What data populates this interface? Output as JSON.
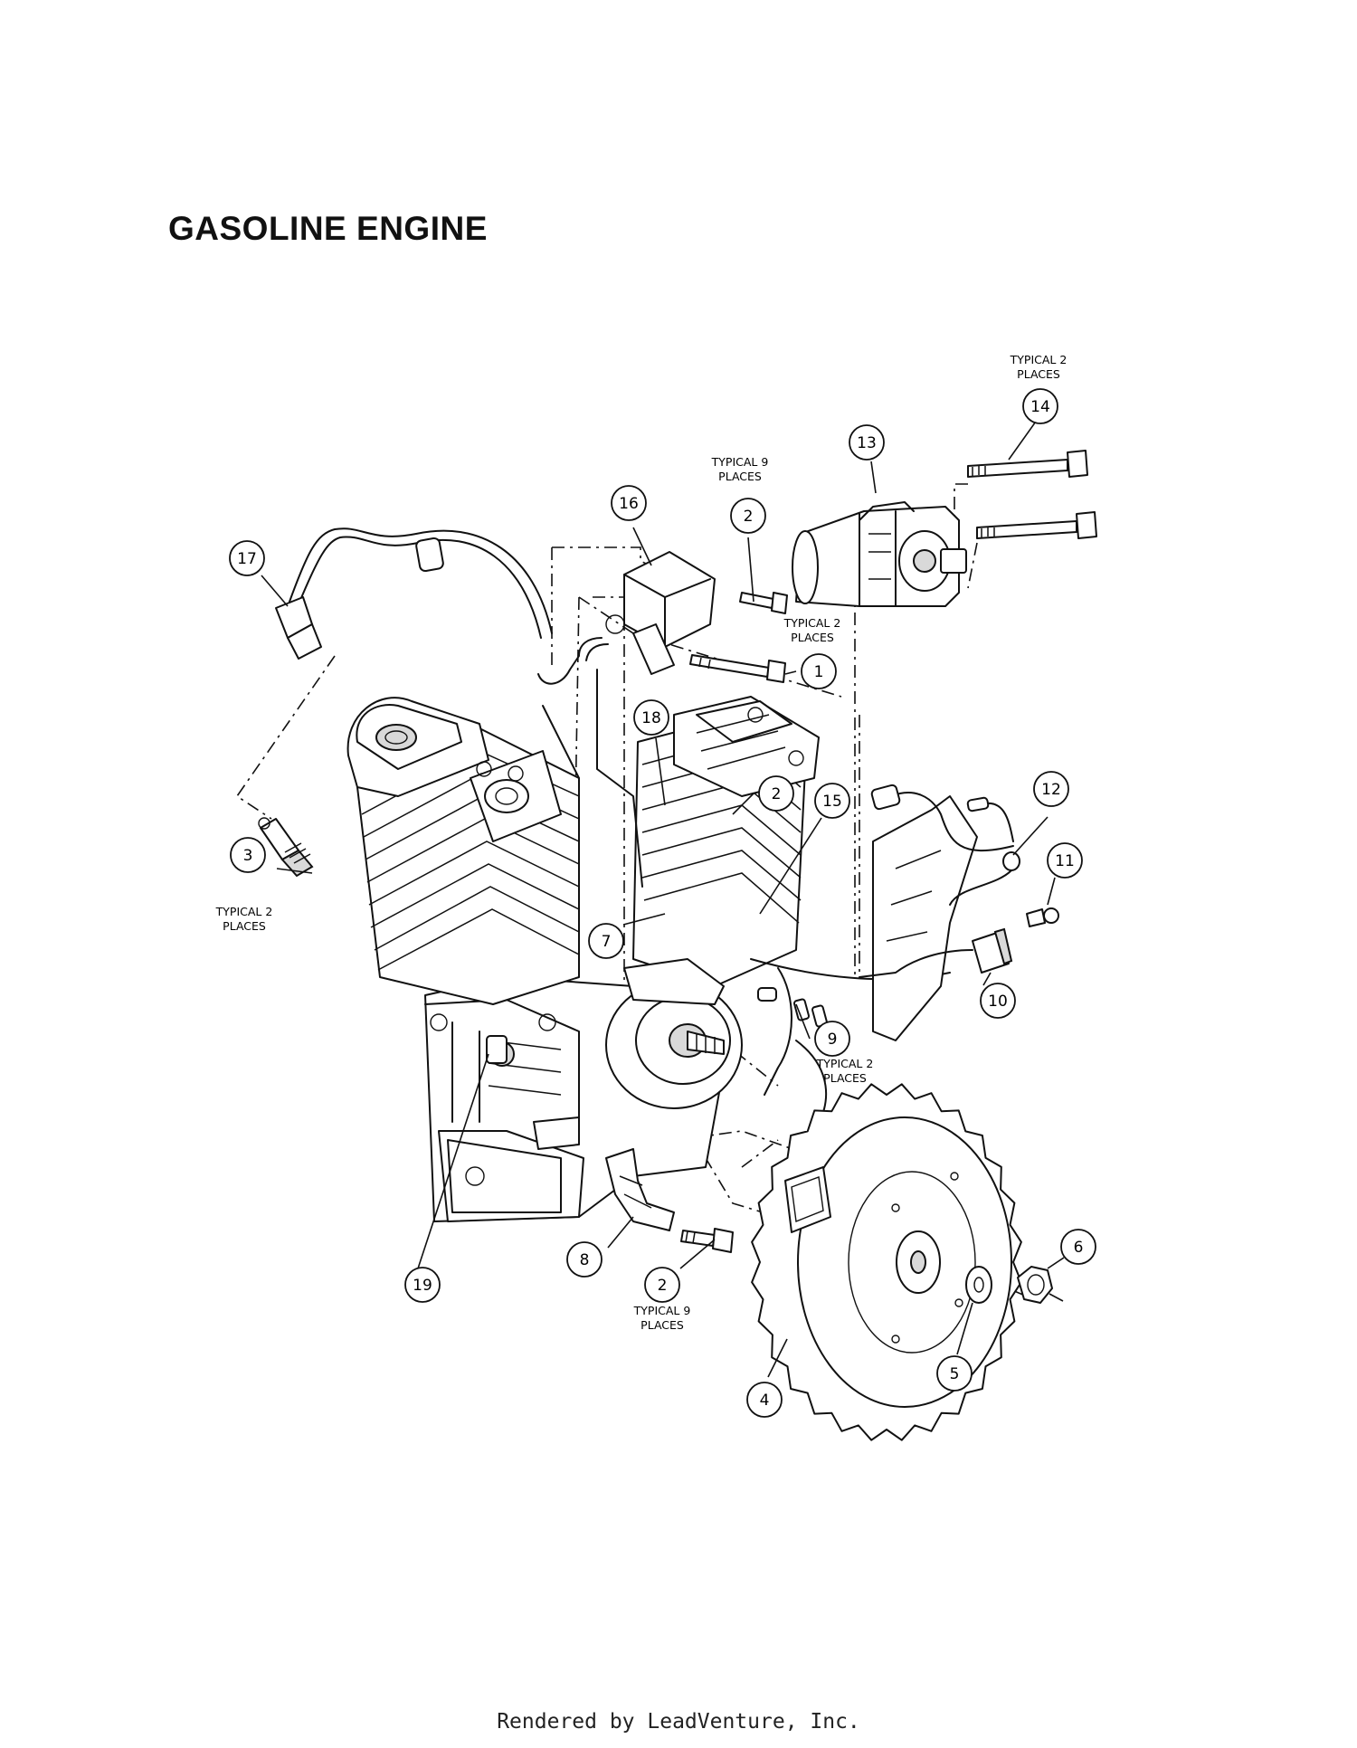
{
  "title": "GASOLINE ENGINE",
  "footer": "Rendered by LeadVenture, Inc.",
  "callouts": [
    {
      "num": "1"
    },
    {
      "num": "2"
    },
    {
      "num": "2"
    },
    {
      "num": "2"
    },
    {
      "num": "3"
    },
    {
      "num": "4"
    },
    {
      "num": "5"
    },
    {
      "num": "6"
    },
    {
      "num": "7"
    },
    {
      "num": "8"
    },
    {
      "num": "9"
    },
    {
      "num": "10"
    },
    {
      "num": "11"
    },
    {
      "num": "12"
    },
    {
      "num": "13"
    },
    {
      "num": "14"
    },
    {
      "num": "15"
    },
    {
      "num": "16"
    },
    {
      "num": "17"
    },
    {
      "num": "18"
    },
    {
      "num": "19"
    }
  ],
  "notes": [
    {
      "line1": "TYPICAL 2",
      "line2": "PLACES"
    },
    {
      "line1": "TYPICAL 9",
      "line2": "PLACES"
    },
    {
      "line1": "TYPICAL 2",
      "line2": "PLACES"
    },
    {
      "line1": "TYPICAL 2",
      "line2": "PLACES"
    },
    {
      "line1": "TYPICAL 2",
      "line2": "PLACES"
    },
    {
      "line1": "TYPICAL 9",
      "line2": "PLACES"
    }
  ]
}
